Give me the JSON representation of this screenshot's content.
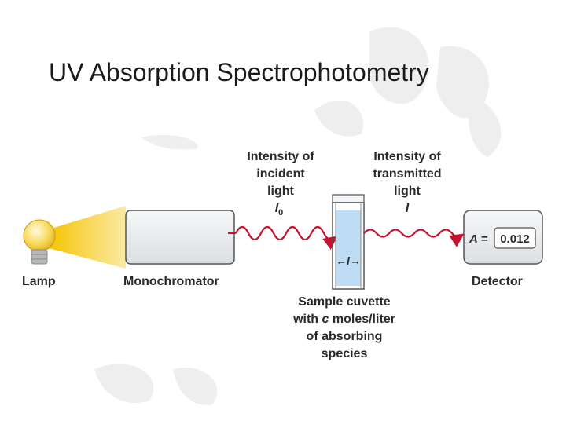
{
  "slide": {
    "title": "UV Absorption Spectrophotometry"
  },
  "diagram": {
    "incident_label": [
      "Intensity of",
      "incident",
      "light",
      "I"
    ],
    "incident_sub": "0",
    "transmitted_label": [
      "Intensity of",
      "transmitted",
      "light",
      "I"
    ],
    "lamp_label": "Lamp",
    "monochromator_label": "Monochromator",
    "detector_label": "Detector",
    "cuvette_path_label": "l",
    "cuvette_label": [
      "Sample cuvette",
      "with ",
      "c",
      " moles/liter",
      "of absorbing",
      "species"
    ],
    "detector_readout": {
      "symbol": "A",
      "equals": " =",
      "value": "0.012"
    }
  },
  "colors": {
    "wave": "#c4122f",
    "beam": "#f5c400",
    "cuvette_liquid": "#bfdcf5",
    "box_fill": "#eceef0",
    "box_stroke": "#555555"
  }
}
